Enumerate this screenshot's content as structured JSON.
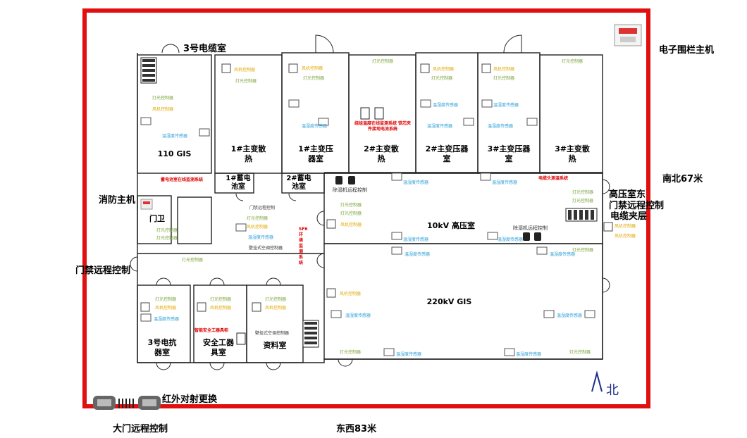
{
  "labels": {
    "title_room_3cable": "3号电缆室",
    "fence_host": "电子围栏主机",
    "fire_host": "消防主机",
    "door_remote_left": "门禁远程控制",
    "north_south": "南北67米",
    "east_west": "东西83米",
    "gate_remote": "大门远程控制",
    "ir_replace": "红外对射更换",
    "hv_room_east_line1": "高压室东",
    "hv_room_east_line2": "门禁远程控制",
    "cable_mezzanine": "电缆夹层",
    "north": "北"
  },
  "rooms": {
    "gis110": "110 GIS",
    "t1_heat": "1#主变散热",
    "t1_room": "1#主变压器室",
    "t2_heat": "2#主变散热",
    "t2_room": "2#主变压器室",
    "t3_room": "3#主变压器室",
    "t3_heat": "3#主变散热",
    "batt1": "1#蓄电池室",
    "batt2": "2#蓄电池室",
    "guard": "门卫",
    "hv10kv": "10kV 高压室",
    "gis220": "220kV GIS",
    "reactor3": "3号电抗器室",
    "safety_tools": "安全工器具室",
    "archive": "资料室"
  },
  "devices": {
    "light": "灯光控制器",
    "fan": "风机控制器",
    "sensor": "温湿度传感器",
    "ac": "壁挂式空调控制器",
    "door": "门禁远程控制",
    "dehumid": "除湿机远程控制",
    "battery_monitor": "蓄电池室在线监测系统",
    "core_ground": "绕组温度在线监测系统 铁芯夹件接地电流系统",
    "cable_temp": "电缆头测温系统",
    "sf6": "SF6环境监测系统",
    "smart_tools": "智能安全工器具柜"
  },
  "colors": {
    "fence": "#e01010",
    "wall": "#222222",
    "light": "#7aa33a",
    "fan": "#e0a800",
    "sensor": "#2a9fd6",
    "alert": "#e00000"
  }
}
